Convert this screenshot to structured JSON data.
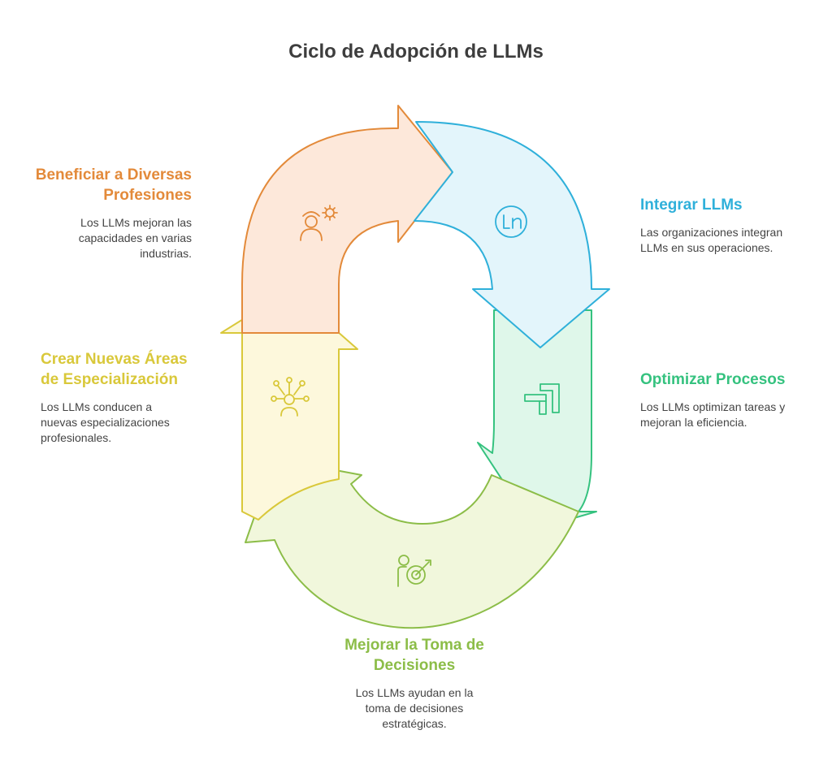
{
  "title": "Ciclo de Adopción de LLMs",
  "colors": {
    "orange": "#e38a3a",
    "blue": "#2fb0da",
    "green": "#35c27f",
    "lime": "#8cbd48",
    "yellow": "#d9c83a"
  },
  "steps": [
    {
      "id": "beneficiar",
      "title": "Beneficiar a Diversas Profesiones",
      "description": "Los LLMs mejoran las capacidades en varias industrias.",
      "icon": "worker-gear-icon"
    },
    {
      "id": "integrar",
      "title": "Integrar LLMs",
      "description": "Las organizaciones integran LLMs en sus operaciones.",
      "icon": "linkedin-icon"
    },
    {
      "id": "optimizar",
      "title": "Optimizar Procesos",
      "description": "Los LLMs optimizan tareas y mejoran la eficiencia.",
      "icon": "process-pipe-icon"
    },
    {
      "id": "mejorar",
      "title": "Mejorar la Toma de Decisiones",
      "description": "Los LLMs ayudan en la toma de decisiones estratégicas.",
      "icon": "person-target-icon"
    },
    {
      "id": "crear",
      "title": "Crear Nuevas Áreas de Especialización",
      "description": "Los LLMs conducen a nuevas especializaciones profesionales.",
      "icon": "person-network-icon"
    }
  ]
}
